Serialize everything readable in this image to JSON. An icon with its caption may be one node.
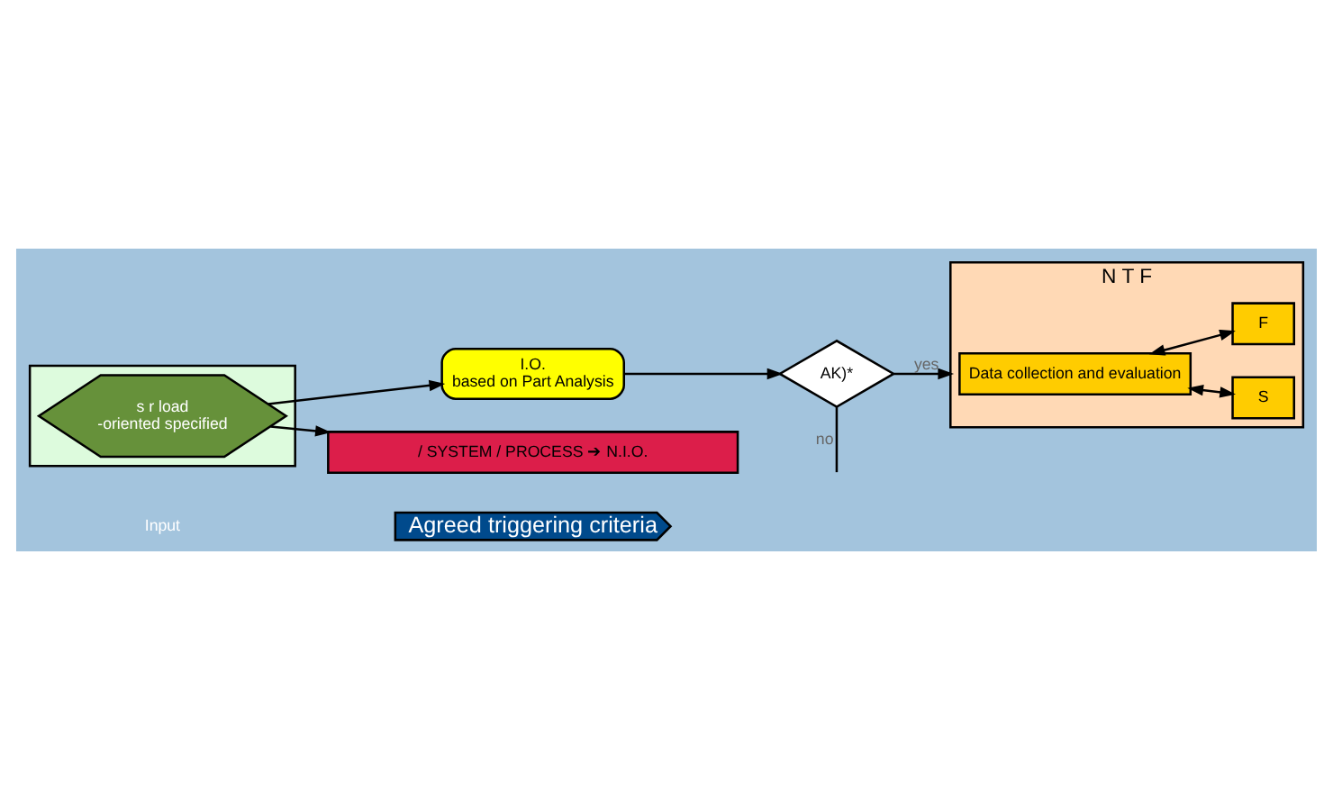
{
  "diagram": {
    "nodes": [
      {
        "text": [
          "Agreed triggering criteria"
        ]
      },
      {
        "text": [],
        "shape": "box"
      },
      {
        "text": [
          "s r load",
          "-oriented specified"
        ],
        "in": 1
      },
      {
        "text": [
          "I.O.",
          "based on Part Analysis"
        ]
      },
      {
        "text": [
          "AK)*"
        ]
      },
      {
        "text": [
          "N T F"
        ]
      },
      {
        "text": [
          "Data collection and evaluation"
        ],
        "in": 5
      },
      {
        "text": [
          "S"
        ],
        "in": 5
      },
      {
        "text": [
          "F"
        ],
        "in": 5
      },
      {
        "text": [
          "/ SYSTEM / PROCESS ➔ N.I.O."
        ]
      }
    ],
    "edges": [
      {
        "from": 2,
        "to": 3,
        "arrow": "to"
      },
      {
        "from": 3,
        "to": 4,
        "arrow": "to"
      },
      {
        "from": 4,
        "to": 5,
        "arrow": "to",
        "label": "yes"
      },
      {
        "from": 4,
        "to": null,
        "arrow": "none",
        "label": "no"
      },
      {
        "from": 6,
        "to": 7,
        "arrow": "both"
      },
      {
        "from": 6,
        "to": 8,
        "arrow": "both"
      },
      {
        "from": 2,
        "to": 9,
        "arrow": "to"
      }
    ],
    "labels": [
      "Input"
    ]
  }
}
